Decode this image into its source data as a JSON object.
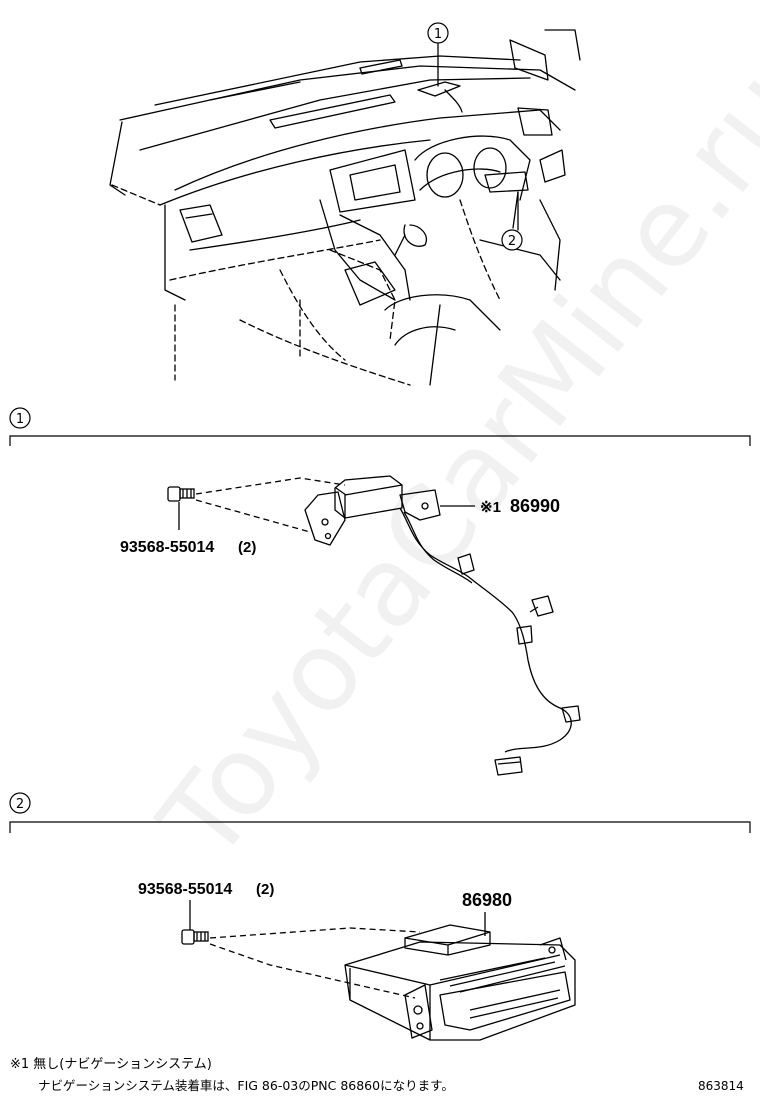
{
  "callouts": {
    "one": "1",
    "two": "2"
  },
  "section1": {
    "marker": "1",
    "module_prefix": "※1",
    "module_part": "86990",
    "bolt_part": "93568-55014",
    "bolt_qty": "(2)"
  },
  "section2": {
    "marker": "2",
    "module_part": "86980",
    "bolt_part": "93568-55014",
    "bolt_qty": "(2)"
  },
  "footnote": {
    "line1": "※1 無し(ナビゲーションシステム)",
    "line2": "ナビゲーションシステム装着車は、FIG 86-03のPNC 86860になります。"
  },
  "figure_number": "863814",
  "watermark": "ToyotaCarMine.ru"
}
